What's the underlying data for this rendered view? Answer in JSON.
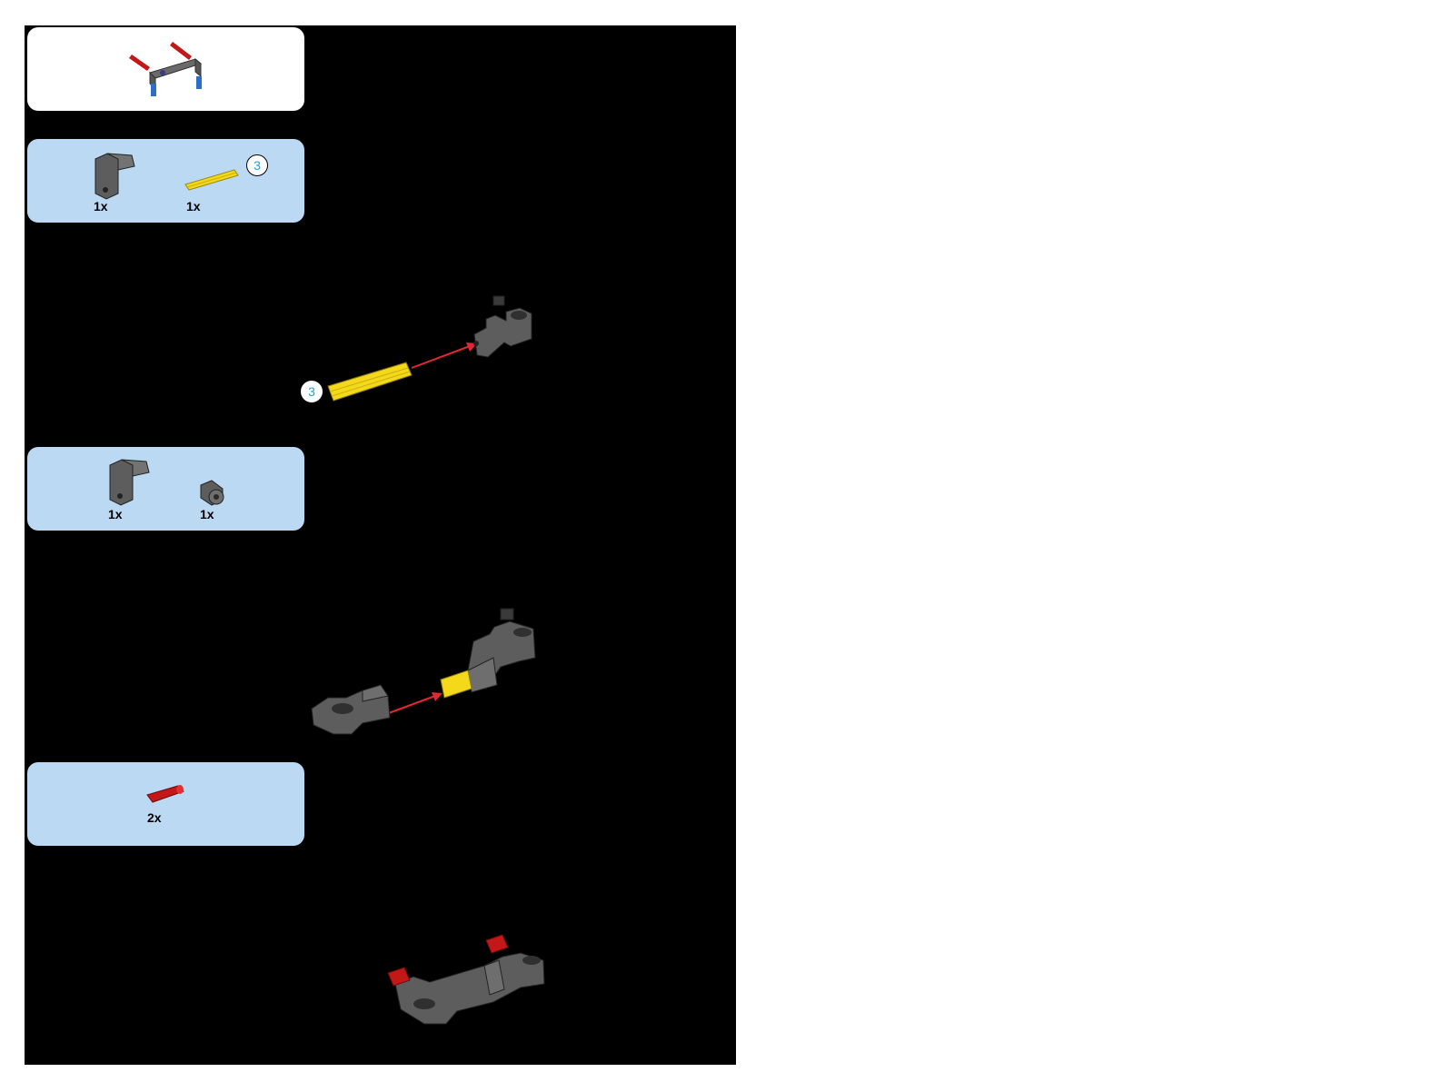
{
  "colors": {
    "page": "#000000",
    "parts_box": "#bcd9f4",
    "preview_box": "#ffffff",
    "axle_yellow": "#f4d81a",
    "gray_part": "#5d5d5d",
    "red_pin": "#c41818",
    "blue_pin": "#2d6fc4",
    "callout_text": "#1aa6d6",
    "arrow": "#e3272f"
  },
  "steps": [
    {
      "parts": [
        {
          "icon": "angle-connector-icon",
          "qty": "1x"
        },
        {
          "icon": "yellow-axle-icon",
          "qty": "1x",
          "length_callout": "3"
        }
      ],
      "assembly_callout": "3"
    },
    {
      "parts": [
        {
          "icon": "angle-connector-icon",
          "qty": "1x"
        },
        {
          "icon": "bush-icon",
          "qty": "1x"
        }
      ]
    },
    {
      "parts": [
        {
          "icon": "red-pin-icon",
          "qty": "2x"
        }
      ]
    }
  ]
}
